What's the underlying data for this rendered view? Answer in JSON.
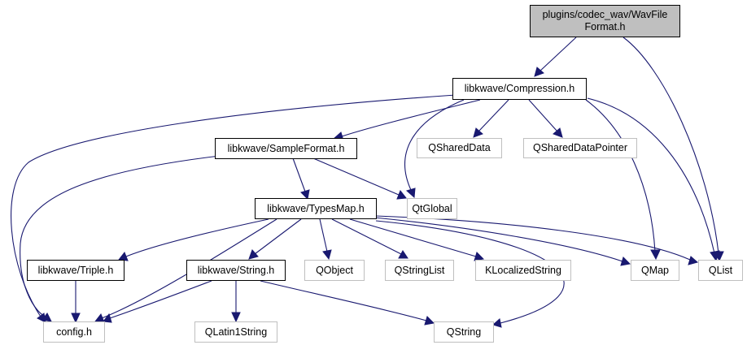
{
  "nodes": {
    "wavfile": {
      "line1": "plugins/codec_wav/WavFile",
      "line2": "Format.h"
    },
    "compression": "libkwave/Compression.h",
    "sampleformat": "libkwave/SampleFormat.h",
    "typesmap": "libkwave/TypesMap.h",
    "triple": "libkwave/Triple.h",
    "string": "libkwave/String.h",
    "config": "config.h",
    "qshareddata": "QSharedData",
    "qshareddatapointer": "QSharedDataPointer",
    "qtglobal": "QtGlobal",
    "qobject": "QObject",
    "qstringlist": "QStringList",
    "klocalizedstring": "KLocalizedString",
    "qmap": "QMap",
    "qlist": "QList",
    "qlatin1string": "QLatin1String",
    "qstring": "QString"
  },
  "colors": {
    "edge": "#191970",
    "root_fill": "#bfbfbf",
    "external_border": "#bfbfbf",
    "local_border": "#000000"
  }
}
